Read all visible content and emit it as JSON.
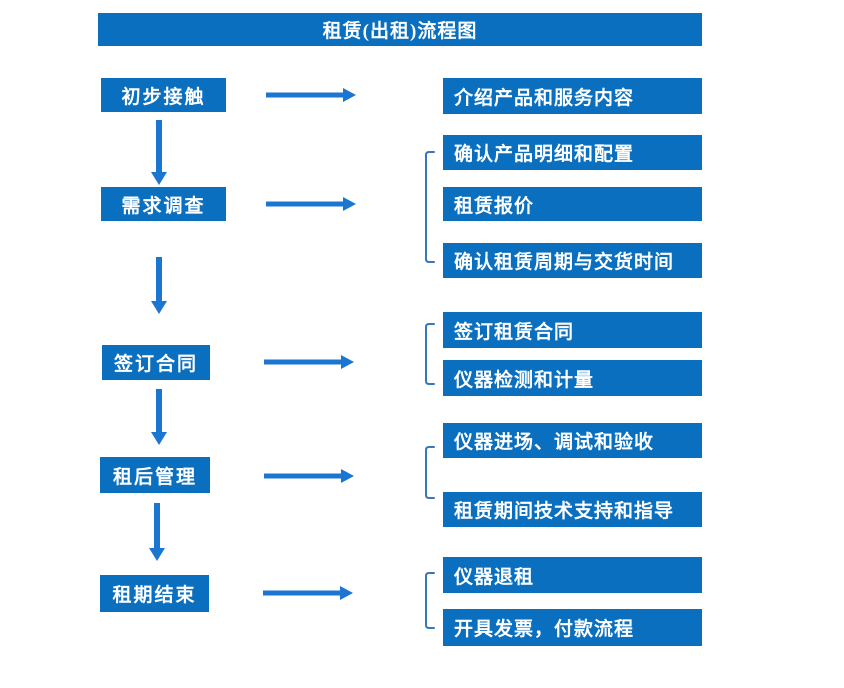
{
  "title": "租赁(出租)流程图",
  "colors": {
    "box_blue": "#0a6fbf",
    "arrow_blue": "#1b76d2",
    "bracket_blue": "#3778bd",
    "text_white": "#ffffff"
  },
  "steps": [
    {
      "label": "初步接触",
      "details": [
        "介绍产品和服务内容"
      ]
    },
    {
      "label": "需求调查",
      "details": [
        "确认产品明细和配置",
        "租赁报价",
        "确认租赁周期与交货时间"
      ]
    },
    {
      "label": "签订合同",
      "details": [
        "签订租赁合同",
        "仪器检测和计量"
      ]
    },
    {
      "label": "租后管理",
      "details": [
        "仪器进场、调试和验收",
        "租赁期间技术支持和指导"
      ]
    },
    {
      "label": "租期结束",
      "details": [
        "仪器退租",
        "开具发票，付款流程"
      ]
    }
  ]
}
